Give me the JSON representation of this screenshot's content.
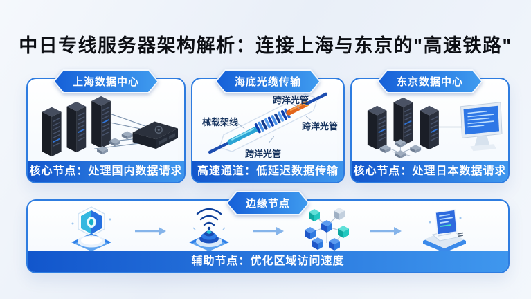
{
  "page": {
    "title": "中日专线服务器架构解析：连接上海与东京的\"高速铁路\""
  },
  "panels": [
    {
      "badge": "上海数据中心",
      "caption": "核心节点：处理国内数据请求",
      "art": "server-racks-and-network-switch"
    },
    {
      "badge": "海底光缆传输",
      "caption": "高速通道：低延迟数据传输",
      "art": "submarine-optical-cable",
      "labels": {
        "left": "械载架线",
        "top": "跨洋光管",
        "right": "跨洋光管",
        "bottom": "跨洋光管"
      }
    },
    {
      "badge": "东京数据中心",
      "caption": "核心节点：处理日本数据请求",
      "art": "server-racks-and-monitor"
    }
  ],
  "edge": {
    "badge": "边缘节点",
    "caption": "辅助节点：优化区域访问速度",
    "icons": [
      "security-shield",
      "wireless-signal",
      "cube-network",
      "edge-terminal"
    ]
  },
  "colors": {
    "badge_gradient_start": "#1660d8",
    "badge_gradient_end": "#3f9bef",
    "caption_gradient_start": "#1256cc",
    "caption_gradient_end": "#3f97ee",
    "panel_border": "#2e7ce0",
    "background": "#eef3f9",
    "title_text": "#0d0f14",
    "cable_blue": "#1d4db0",
    "cable_teal": "#2aa4d4",
    "cable_orange": "#e2661c",
    "arrow_blue": "#85b4ea"
  }
}
